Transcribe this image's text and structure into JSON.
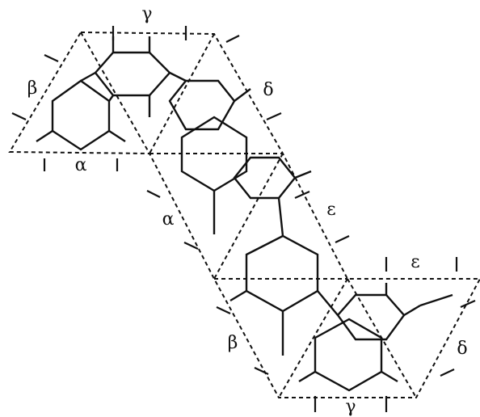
{
  "labels": {
    "gamma_top": "γ",
    "beta_left": "β",
    "delta_upper": "δ",
    "alpha_bottom_left": "α",
    "alpha_middle": "α",
    "epsilon_middle": "ε",
    "epsilon_right": "ε",
    "beta_lower": "β",
    "delta_right": "δ",
    "gamma_bottom": "γ"
  }
}
